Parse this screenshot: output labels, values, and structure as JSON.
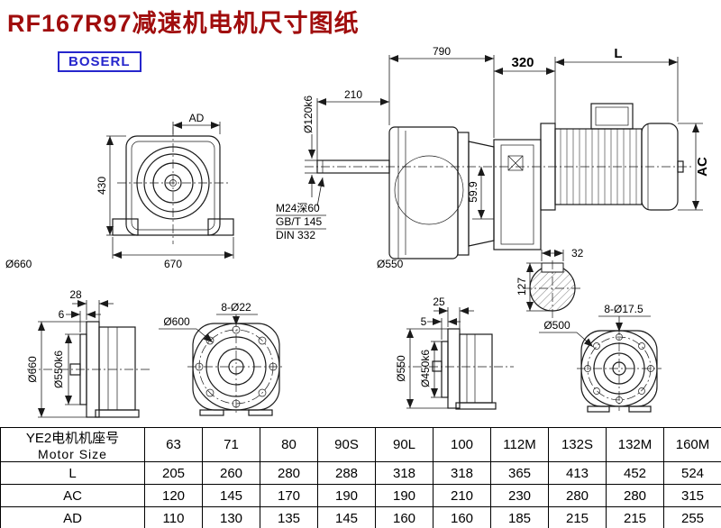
{
  "page": {
    "title": "RF167R97减速机电机尺寸图纸",
    "logo": "BOSERL"
  },
  "colors": {
    "title_red": "#a00d0d",
    "logo_blue": "#2626cc",
    "line_black": "#1a1a1a"
  },
  "front_view": {
    "ad": "AD",
    "h430": "430",
    "w670": "670",
    "d660": "Ø660"
  },
  "side_view": {
    "w790": "790",
    "w210": "210",
    "shaft_dia": "Ø120k6",
    "note1": "M24深60",
    "note2": "GB/T 145",
    "note3": "DIN 332",
    "h599": "59.9",
    "d550": "Ø550"
  },
  "motor": {
    "w320": "320",
    "len": "L",
    "ac": "AC"
  },
  "key_section": {
    "w32": "32",
    "h127": "127"
  },
  "flange1_side": {
    "t28": "28",
    "t6": "6",
    "d660": "Ø660",
    "d550k6": "Ø550k6"
  },
  "flange1_face": {
    "d600": "Ø600",
    "holes": "8-Ø22"
  },
  "flange2_side": {
    "t25": "25",
    "t5": "5",
    "d550": "Ø550",
    "d450k6": "Ø450k6"
  },
  "flange2_face": {
    "d500": "Ø500",
    "holes": "8-Ø17.5"
  },
  "table": {
    "header_cn": "YE2电机机座号",
    "header_en": "Motor Size",
    "sizes": [
      "63",
      "71",
      "80",
      "90S",
      "90L",
      "100",
      "112M",
      "132S",
      "132M",
      "160M"
    ],
    "rows": [
      {
        "label": "L",
        "values": [
          "205",
          "260",
          "280",
          "288",
          "318",
          "318",
          "365",
          "413",
          "452",
          "524"
        ]
      },
      {
        "label": "AC",
        "values": [
          "120",
          "145",
          "170",
          "190",
          "190",
          "210",
          "230",
          "280",
          "280",
          "315"
        ]
      },
      {
        "label": "AD",
        "values": [
          "110",
          "130",
          "135",
          "145",
          "160",
          "160",
          "185",
          "215",
          "215",
          "255"
        ]
      }
    ]
  }
}
